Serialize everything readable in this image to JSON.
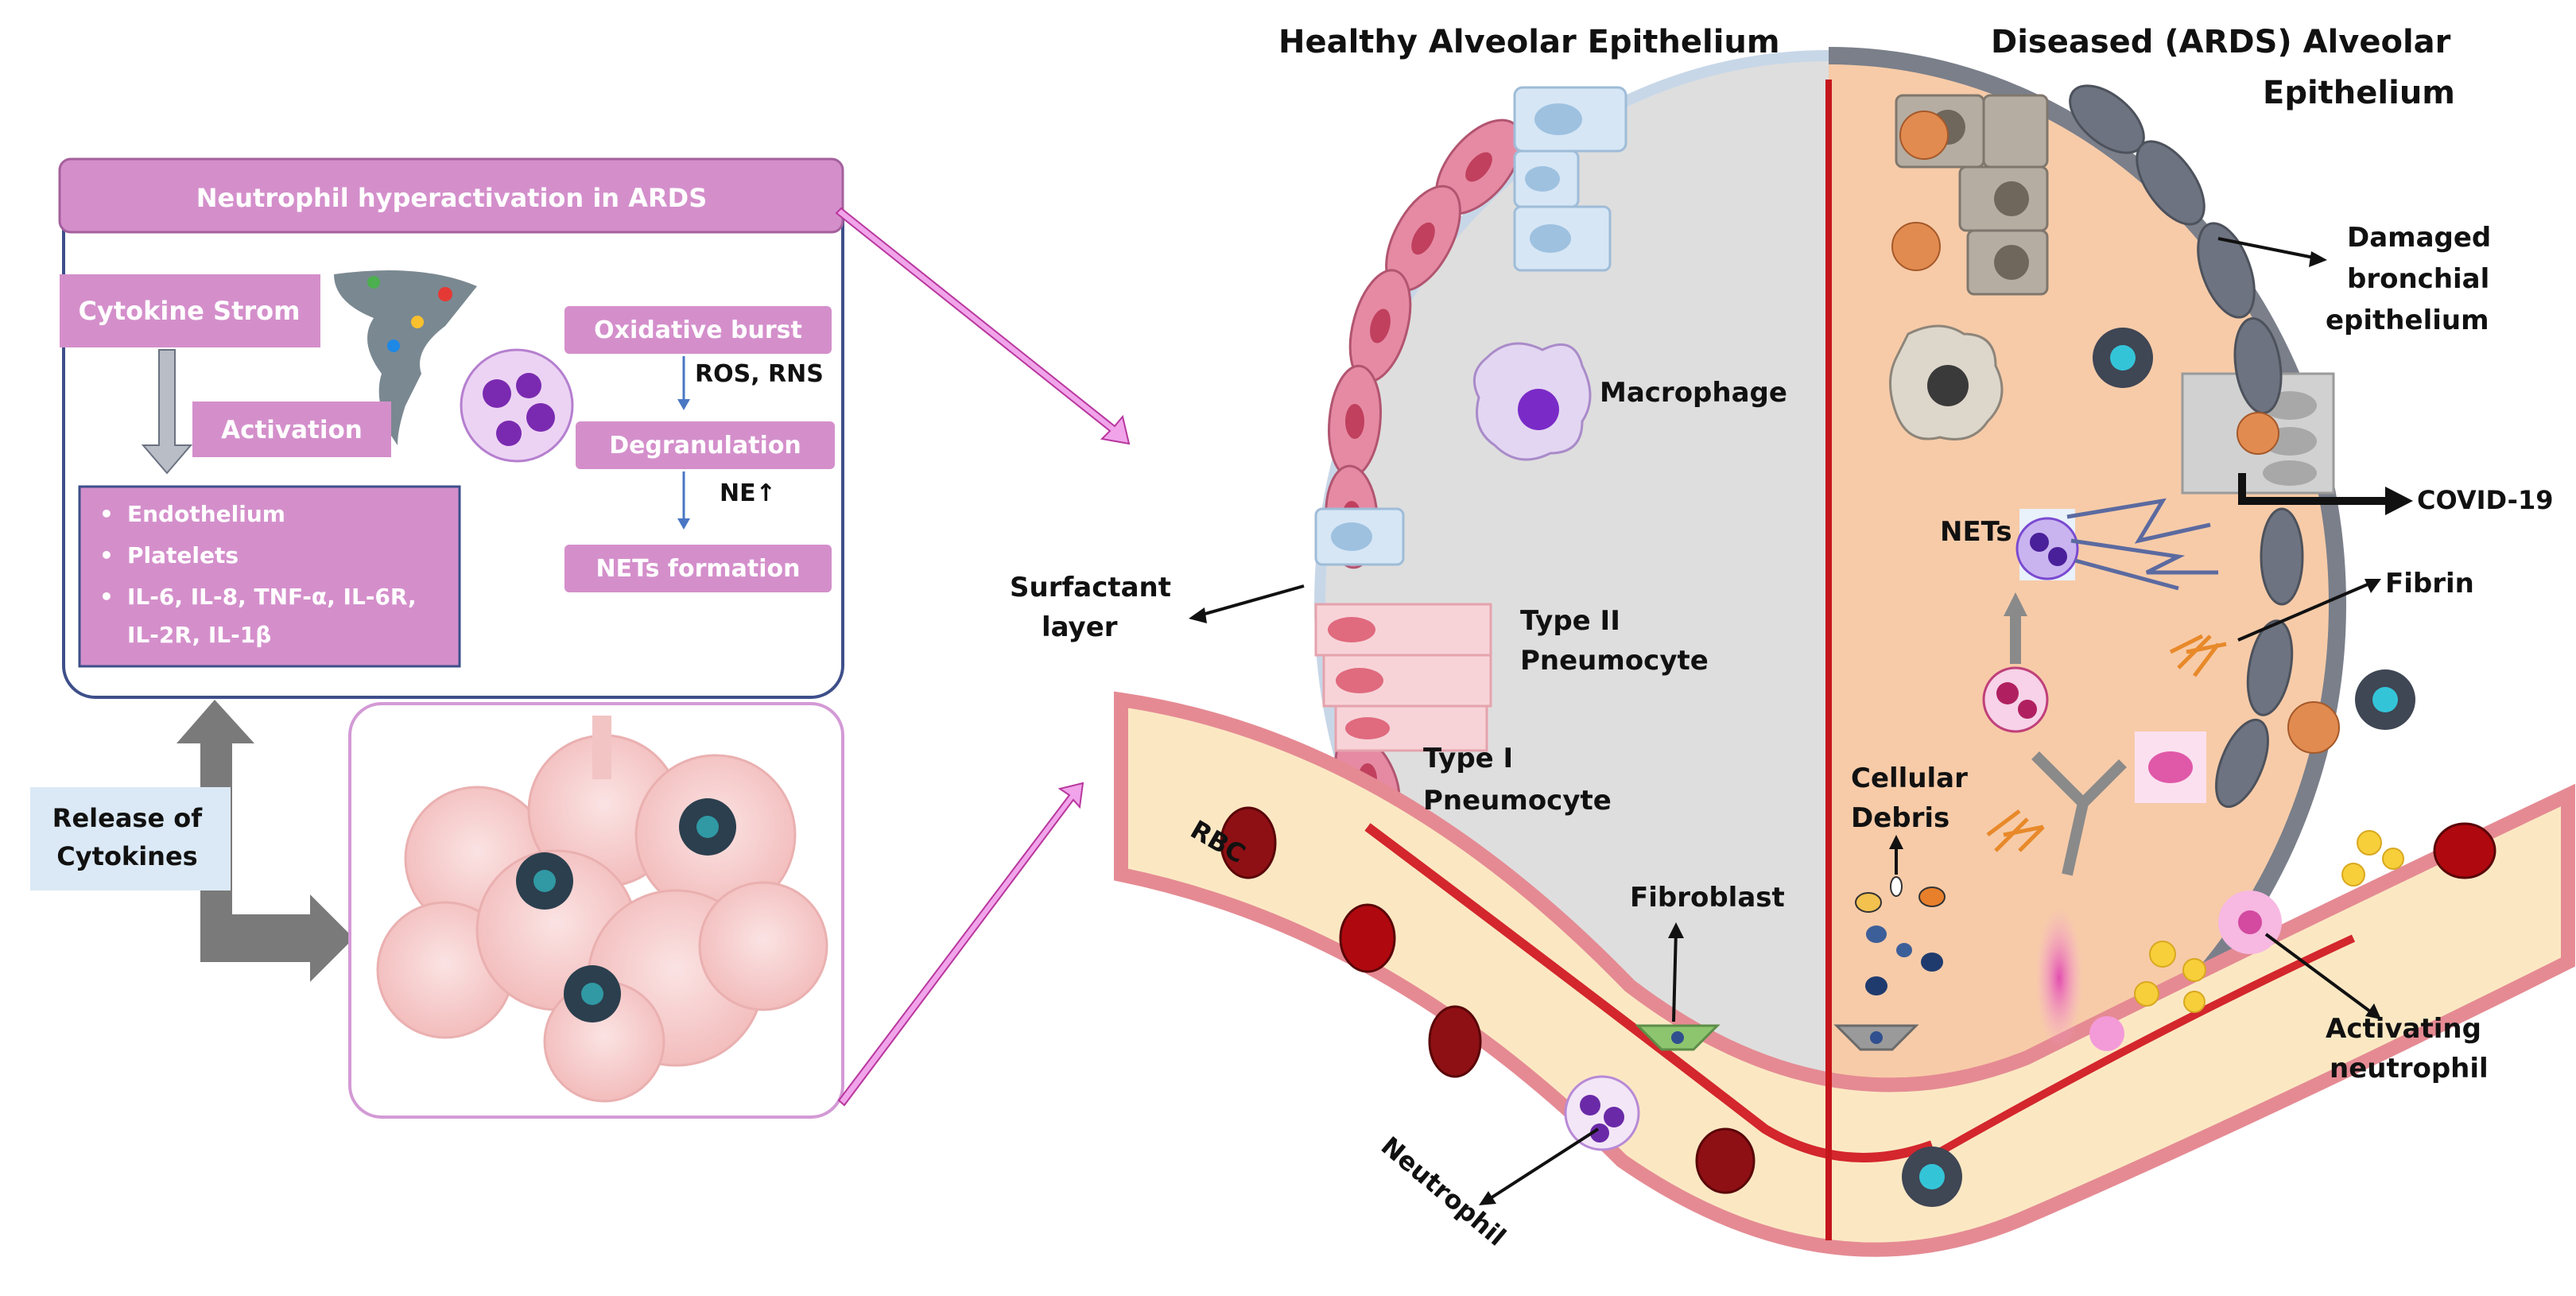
{
  "titles": {
    "healthy": "Healthy Alveolar Epithelium",
    "diseased_line1": "Diseased (ARDS) Alveolar",
    "diseased_line2": "Epithelium"
  },
  "left_panel": {
    "header": "Neutrophil hyperactivation in ARDS",
    "cytokine_storm": "Cytokine Strom",
    "activation": "Activation",
    "list": [
      "Endothelium",
      "Platelets",
      "IL-6, IL-8, TNF-α, IL-6R,",
      "IL-2R, IL-1β"
    ],
    "oxidative_burst": "Oxidative burst",
    "ros_rns": "ROS, RNS",
    "degranulation": "Degranulation",
    "net_arrow": "NE↑",
    "nets_formation": "NETs formation",
    "release_line1": "Release of",
    "release_line2": "Cytokines"
  },
  "healthy_labels": {
    "macrophage": "Macrophage",
    "surfactant_line1": "Surfactant",
    "surfactant_line2": "layer",
    "type2_line1": "Type II",
    "type2_line2": "Pneumocyte",
    "type1_line1": "Type I",
    "type1_line2": "Pneumocyte",
    "rbc": "RBC",
    "fibroblast": "Fibroblast",
    "neutrophil": "Neutrophil"
  },
  "diseased_labels": {
    "damaged_line1": "Damaged",
    "damaged_line2": "bronchial",
    "damaged_line3": "epithelium",
    "covid": "COVID-19",
    "nets": "NETs",
    "fibrin": "Fibrin",
    "debris_line1": "Cellular",
    "debris_line2": "Debris",
    "activating_line1": "Activating",
    "activating_line2": "neutrophil"
  },
  "colors": {
    "panel_pink": "#d48fcb",
    "healthy_bg": "#dedede",
    "diseased_bg": "#f7cba8",
    "vessel": "#fbe8c3",
    "divider": "#c5161d"
  }
}
